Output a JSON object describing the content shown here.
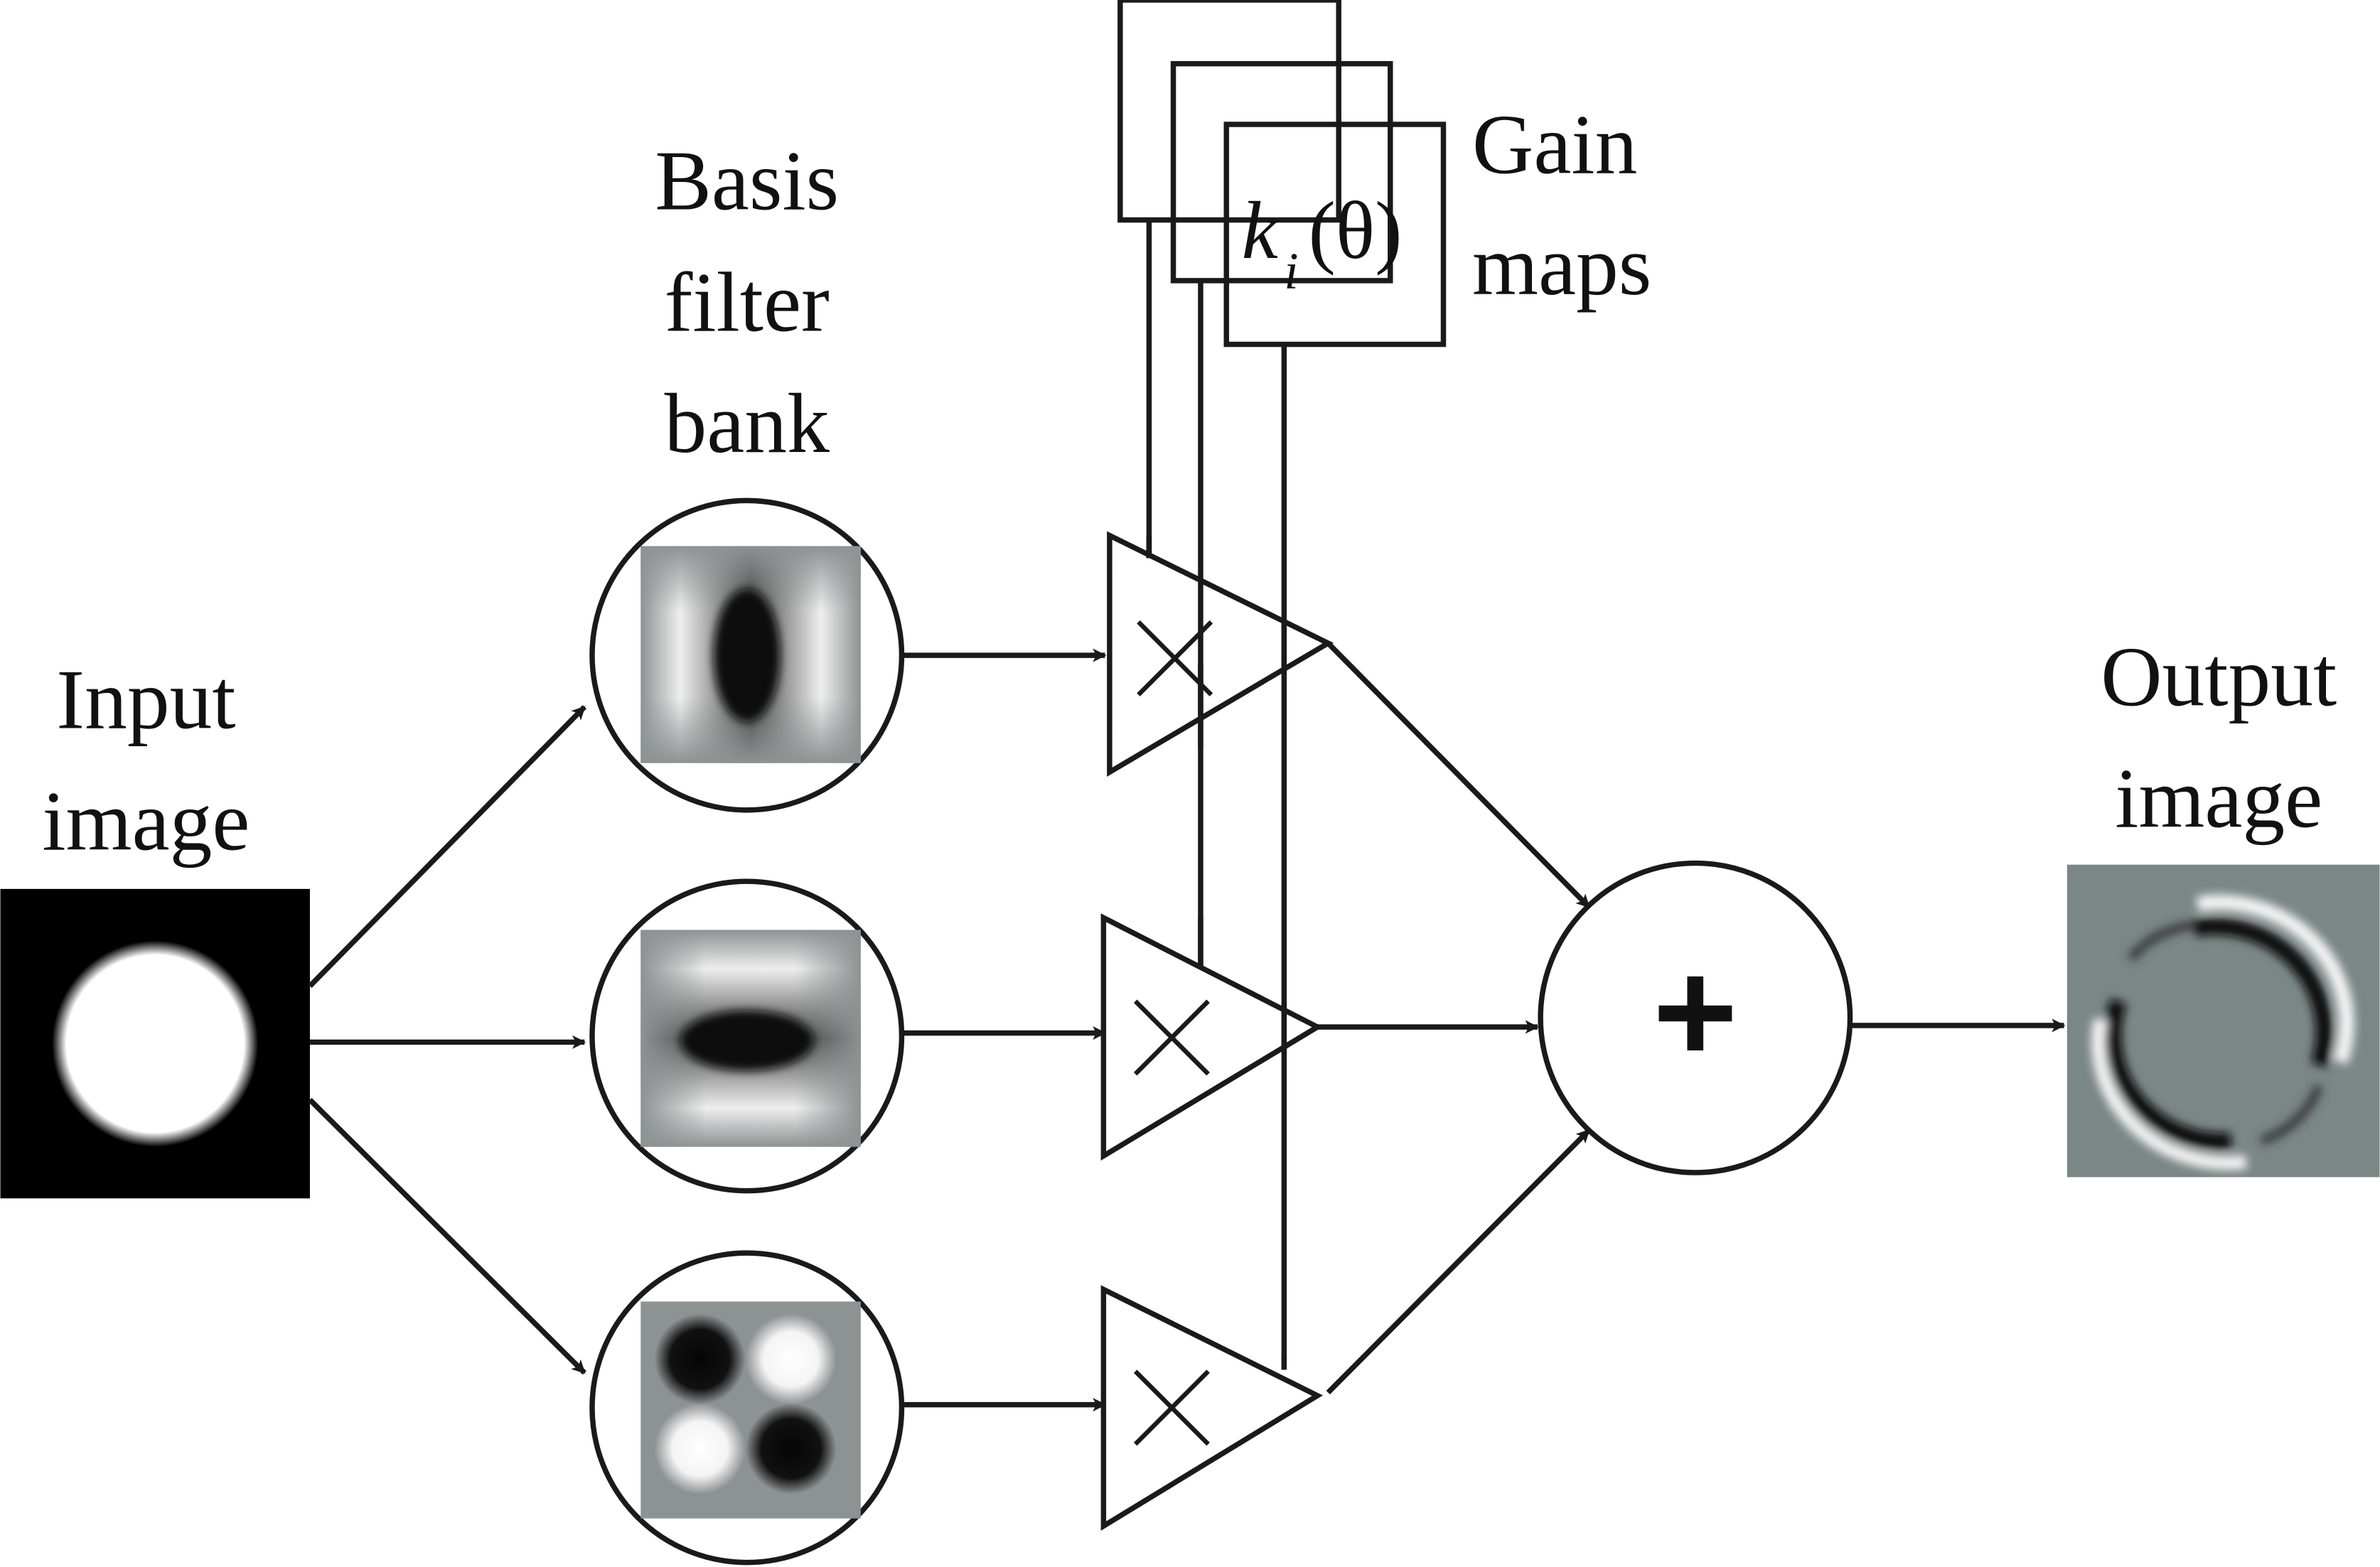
{
  "labels": {
    "input_line1": "Input",
    "input_line2": "image",
    "basis_line1": "Basis",
    "basis_line2": "filter",
    "basis_line3": "bank",
    "gain_line1": "Gain",
    "gain_line2": "maps",
    "gain_k": "k",
    "gain_sub": "i",
    "gain_theta": "(θ)",
    "output_line1": "Output",
    "output_line2": "image",
    "sum_symbol": "+"
  },
  "colors": {
    "stroke": "#1a1a1a",
    "filter_gray": "#8a8f8f",
    "output_gray": "#7a8785",
    "input_bg": "#000000"
  }
}
